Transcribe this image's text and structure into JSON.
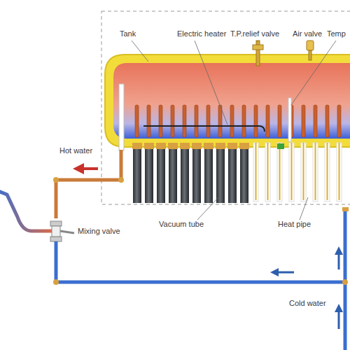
{
  "diagram": {
    "labels": [
      "Tank",
      "Electric heater",
      "T.P.relief valve",
      "Air valve",
      "Temp",
      "Hot water",
      "Vacuum tube",
      "Heat pipe",
      "Mixing valve",
      "Cold water"
    ]
  }
}
